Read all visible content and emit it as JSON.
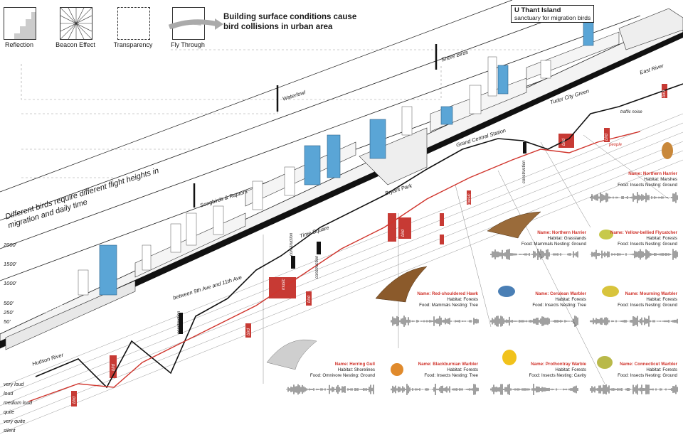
{
  "legend": [
    {
      "label": "Reflection",
      "icon": "reflection-icon"
    },
    {
      "label": "Beacon Effect",
      "icon": "beacon-effect-icon"
    },
    {
      "label": "Transparency",
      "icon": "transparency-icon"
    },
    {
      "label": "Fly Through",
      "icon": "fly-through-icon"
    }
  ],
  "headline": "Building surface conditions cause bird collisions in urban area",
  "island": {
    "title": "U Thant Island",
    "subtitle": "sanctuary for migration birds"
  },
  "diagonal_text": "Different birds require different flight heights in migration and daily time",
  "flight_heights": [
    "Waterfowl",
    "Shore Birds",
    "Songbirds & Raptors",
    "Daytime Collision Zone"
  ],
  "altitudes": [
    "2000'",
    "1500'",
    "1000'",
    "500'",
    "250'",
    "50'"
  ],
  "locations": [
    "Hudson River",
    "between 9th Ave and 11th Ave",
    "Time Square",
    "Bryant Park",
    "Grand Central Station",
    "Tudor City Green",
    "East River"
  ],
  "noise_levels": [
    "very loud",
    "loud",
    "medium loud",
    "quite",
    "very quite",
    "silent"
  ],
  "series_labels": {
    "traffic": "traffic noise",
    "people": "people"
  },
  "vertical_tags": [
    "construction",
    "construction",
    "construction",
    "construction",
    "music",
    "bird",
    "bird",
    "bird",
    "bird",
    "bird",
    "music",
    "bird",
    "bird",
    "bird"
  ],
  "birds": [
    {
      "name": "Name: Northern Harrier",
      "habitat": "Habitat: Marshes",
      "food": "Food: Insects  Nesting: Ground"
    },
    {
      "name": "Name: Northern Harrier",
      "habitat": "Habitat: Grasslands",
      "food": "Food: Mammals  Nesting: Ground"
    },
    {
      "name": "Name: Yellow-bellied Flycatcher",
      "habitat": "Habitat: Forests",
      "food": "Food: Insects  Nesting: Ground"
    },
    {
      "name": "Name: Red-shouldered Hawk",
      "habitat": "Habitat: Forests",
      "food": "Food: Mammals  Nesting: Tree"
    },
    {
      "name": "Name: Cerulean Warbler",
      "habitat": "Habitat: Forests",
      "food": "Food: Insects  Nesting: Tree"
    },
    {
      "name": "Name: Mourning Warbler",
      "habitat": "Habitat: Forests",
      "food": "Food: Insects  Nesting: Ground"
    },
    {
      "name": "Name: Herring Gull",
      "habitat": "Habitat: Shorelines",
      "food": "Food: Omnivore  Nesting: Ground"
    },
    {
      "name": "Name: Blackburnian Warbler",
      "habitat": "Habitat: Forests",
      "food": "Food: Insects  Nesting: Tree"
    },
    {
      "name": "Name: Prothontray Warble",
      "habitat": "Habitat: Forests",
      "food": "Food: Insects  Nesting: Cavity"
    },
    {
      "name": "Name: Connecticut Warbler",
      "habitat": "Habitat: Forests",
      "food": "Food: Insects  Nesting: Ground"
    }
  ],
  "colors": {
    "accent": "#d0342c",
    "building": "#5aa5d6",
    "black": "#111111"
  }
}
